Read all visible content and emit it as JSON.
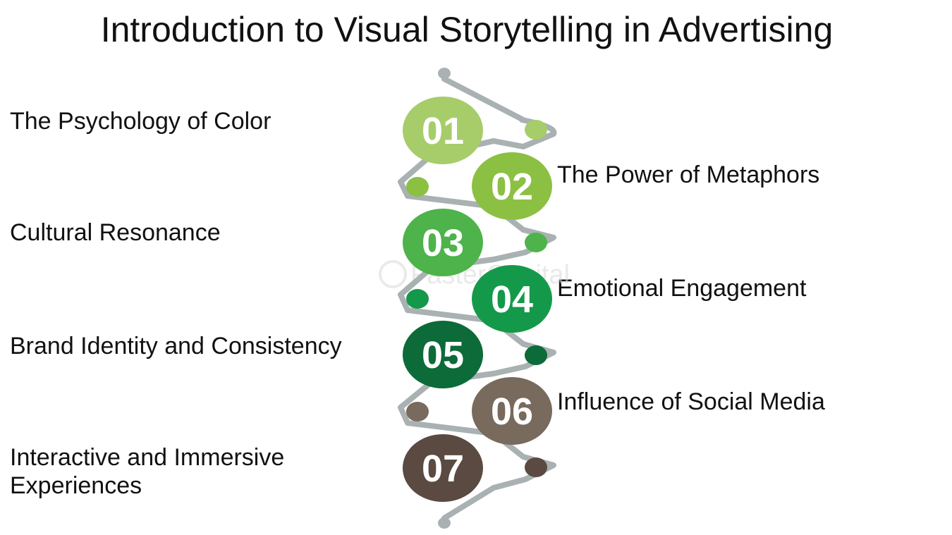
{
  "title": "Introduction to Visual Storytelling in Advertising",
  "watermark": "FasterCapital",
  "steps": [
    {
      "number": "01",
      "label": "The Psychology of Color",
      "color": "#a6cd6a"
    },
    {
      "number": "02",
      "label": "The Power of Metaphors",
      "color": "#8cc043"
    },
    {
      "number": "03",
      "label": "Cultural Resonance",
      "color": "#4db34a"
    },
    {
      "number": "04",
      "label": "Emotional Engagement",
      "color": "#14994a"
    },
    {
      "number": "05",
      "label": "Brand Identity and Consistency",
      "color": "#0c6b38"
    },
    {
      "number": "06",
      "label": "Influence of Social Media",
      "color": "#786a5c"
    },
    {
      "number": "07",
      "label": "Interactive and Immersive Experiences",
      "color": "#5a4a41"
    }
  ],
  "colors": {
    "connector": "#a9b1b2",
    "text": "#111111",
    "background": "#ffffff"
  }
}
